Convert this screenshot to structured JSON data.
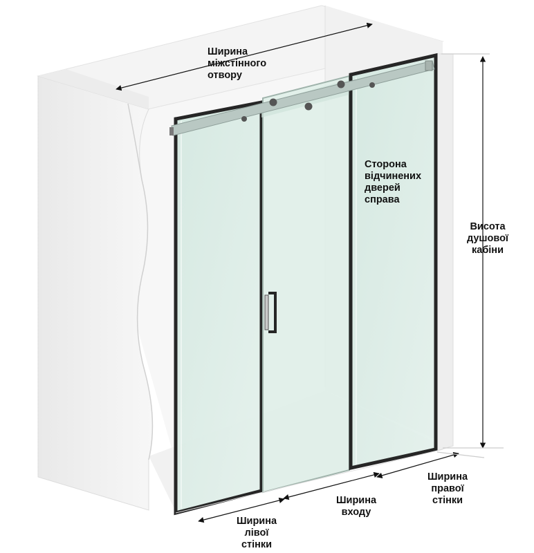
{
  "labels": {
    "opening_width": [
      "Ширина",
      "міжстінного",
      "отвору"
    ],
    "door_side": [
      "Сторона",
      "відчинених",
      "дверей",
      "справа"
    ],
    "cabin_height": [
      "Висота",
      "душової",
      "кабіни"
    ],
    "right_wall_width": [
      "Ширина",
      "правої",
      "стінки"
    ],
    "entrance_width": [
      "Ширина",
      "входу"
    ],
    "left_wall_width": [
      "Ширина",
      "лівої",
      "стінки"
    ]
  },
  "colors": {
    "frame": "#262626",
    "glass": "#dbece6",
    "wall": "#f0f0f0",
    "arrow": "#111111"
  }
}
